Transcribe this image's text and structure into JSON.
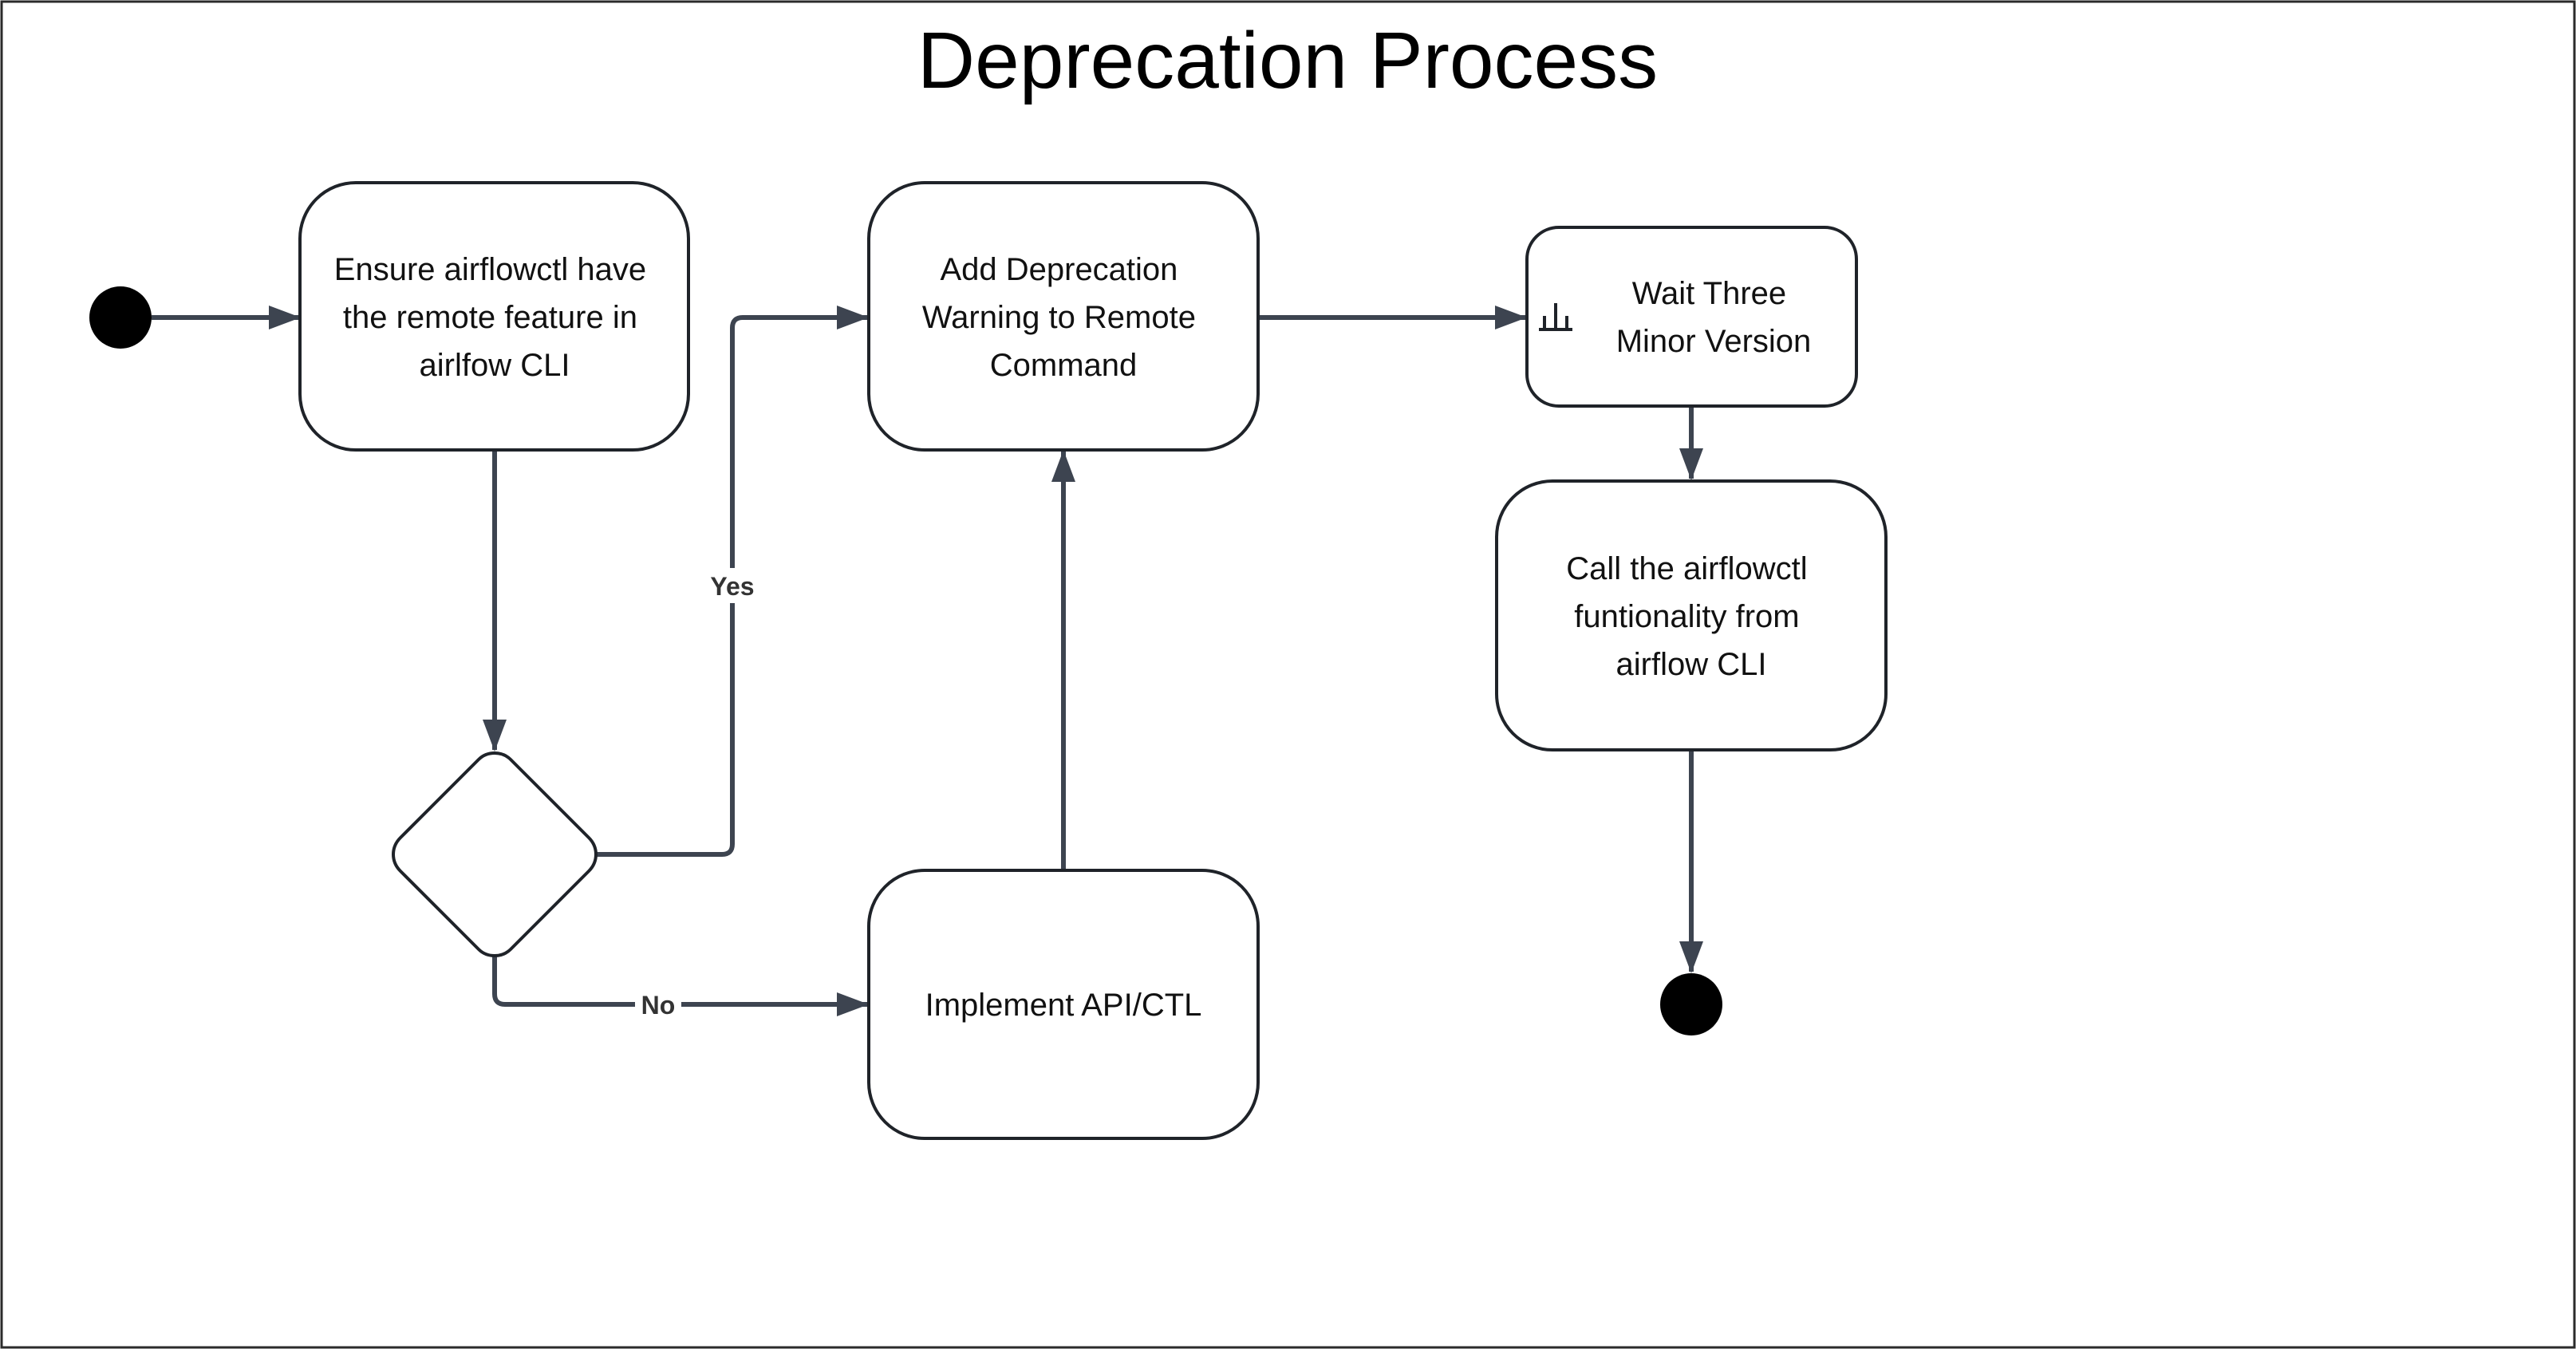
{
  "title": "Deprecation Process",
  "nodes": {
    "ensure": {
      "lines": [
        "Ensure airflowctl have",
        "the remote feature in",
        "airlfow CLI"
      ]
    },
    "add_warning": {
      "lines": [
        "Add Deprecation",
        "Warning to Remote",
        "Command"
      ]
    },
    "wait": {
      "lines": [
        "Wait Three",
        "Minor Version"
      ],
      "icon": "timer-icon"
    },
    "call": {
      "lines": [
        "Call the airflowctl",
        "funtionality from",
        "airflow CLI"
      ]
    },
    "implement": {
      "lines": [
        "Implement API/CTL"
      ]
    }
  },
  "edges": {
    "yes_label": "Yes",
    "no_label": "No"
  },
  "colors": {
    "edge": "#3d4450",
    "node_stroke": "#1f2329",
    "node_fill": "#ffffff",
    "terminal": "#000000",
    "frame": "#2b2b2b"
  }
}
